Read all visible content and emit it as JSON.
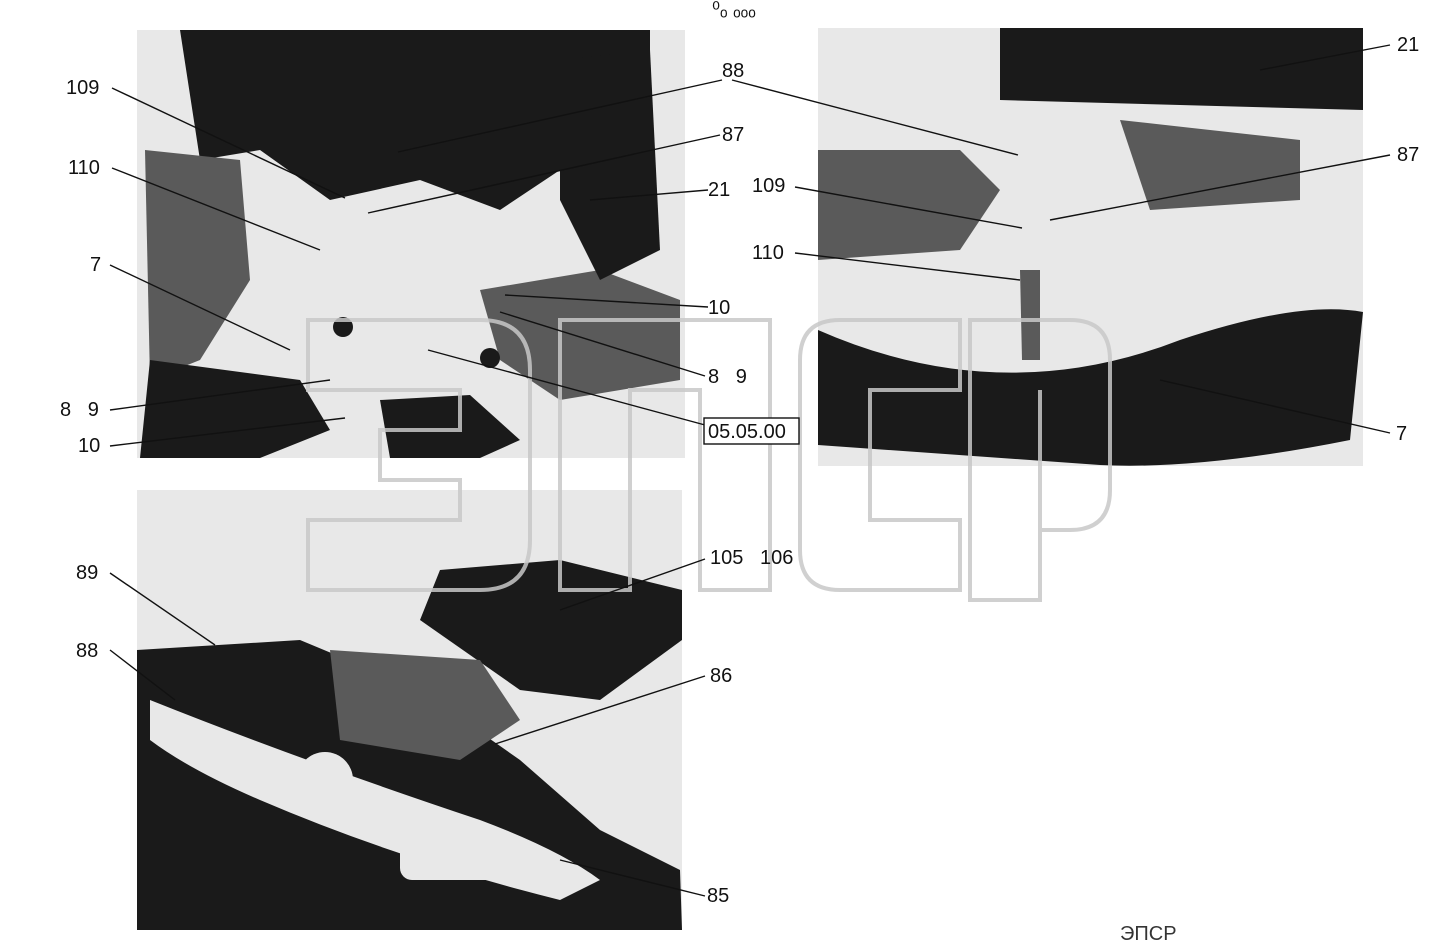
{
  "header_mark": "⁰ₒ ₒₒₒ",
  "reference_code": "05.05.00",
  "watermark_text": "ЭПСР",
  "photos": {
    "top_left": {
      "labels": {
        "l109": "109",
        "l110": "110",
        "l7": "7",
        "l8_9_left": "8   9",
        "l10_left": "10",
        "l88": "88",
        "l87": "87",
        "l21": "21",
        "l10_right": "10",
        "l8_9_right": "8   9"
      }
    },
    "top_right": {
      "labels": {
        "l21": "21",
        "l87": "87",
        "l109": "109",
        "l110": "110",
        "l7": "7"
      }
    },
    "bottom": {
      "labels": {
        "l89": "89",
        "l88": "88",
        "l105_106": "105   106",
        "l86": "86",
        "l85": "85"
      }
    }
  },
  "colors": {
    "ink": "#111111",
    "watermark": "#c8c8c8",
    "background": "#ffffff"
  }
}
